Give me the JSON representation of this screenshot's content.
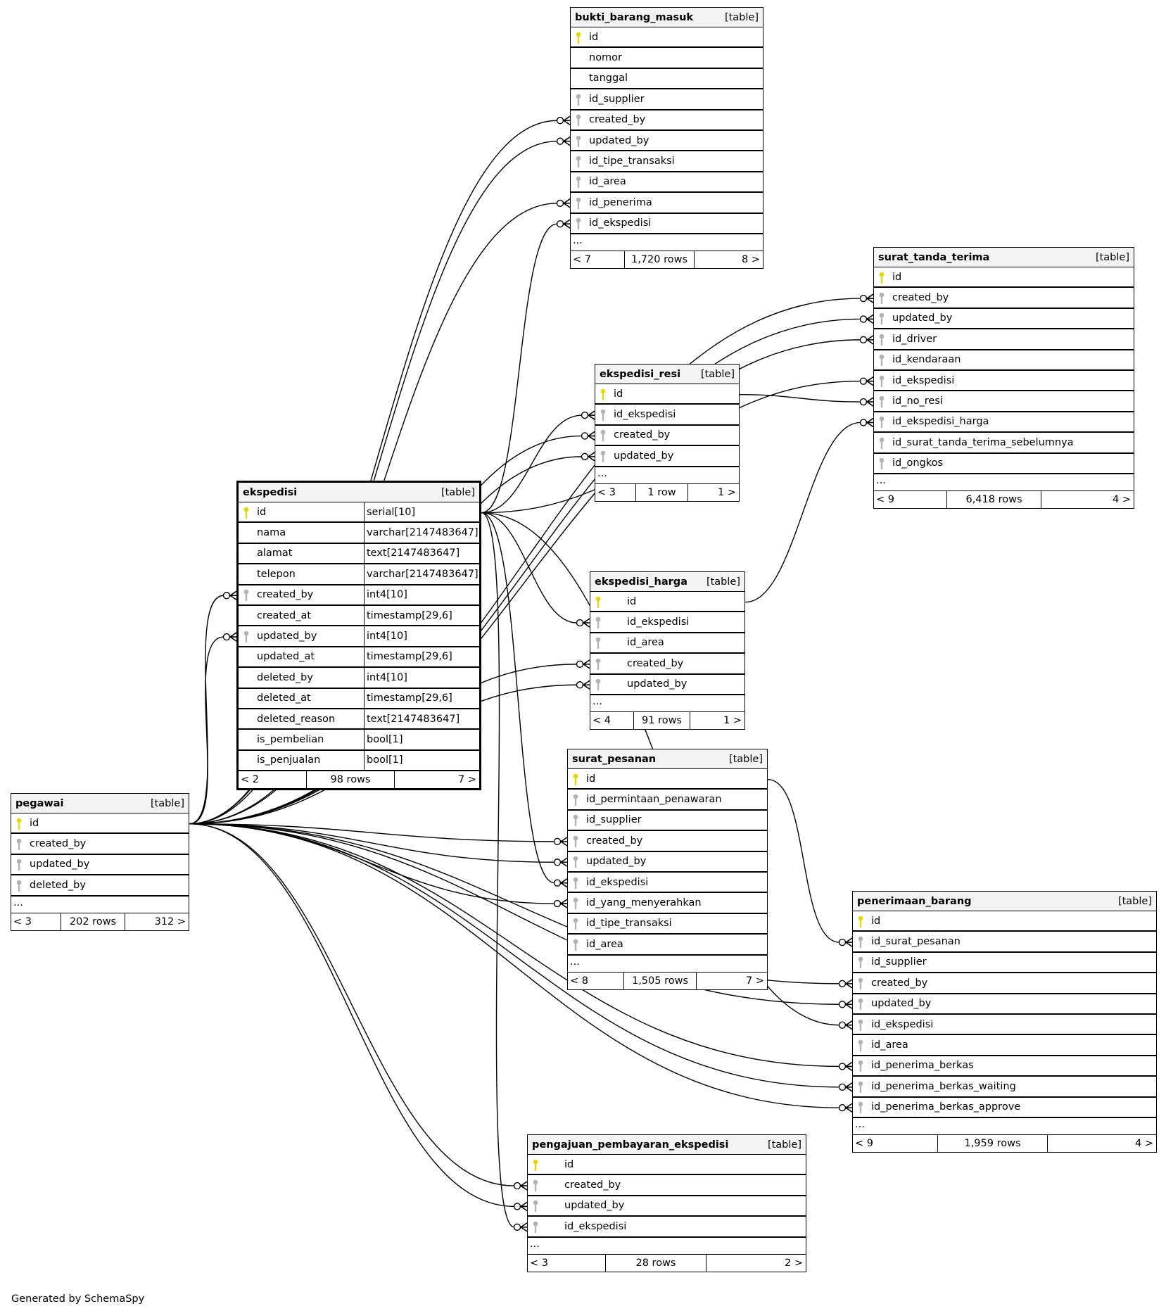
{
  "diagram": {
    "footer": "Generated by SchemaSpy",
    "colors": {
      "primary_key": "#e6d800",
      "foreign_key": "#b3b3b3",
      "header_bg": "#f3f3f3",
      "line": "#000000"
    },
    "tables": [
      {
        "id": "bukti_barang_masuk",
        "name": "bukti_barang_masuk",
        "type_label": "[table]",
        "columns": [
          {
            "name": "id",
            "key": "pk"
          },
          {
            "name": "nomor",
            "key": "none"
          },
          {
            "name": "tanggal",
            "key": "none"
          },
          {
            "name": "id_supplier",
            "key": "fk"
          },
          {
            "name": "created_by",
            "key": "fk"
          },
          {
            "name": "updated_by",
            "key": "fk"
          },
          {
            "name": "id_tipe_transaksi",
            "key": "fk"
          },
          {
            "name": "id_area",
            "key": "fk"
          },
          {
            "name": "id_penerima",
            "key": "fk"
          },
          {
            "name": "id_ekspedisi",
            "key": "fk"
          }
        ],
        "more": "...",
        "parents": "< 7",
        "rows": "1,720 rows",
        "children": "8 >"
      },
      {
        "id": "surat_tanda_terima",
        "name": "surat_tanda_terima",
        "type_label": "[table]",
        "columns": [
          {
            "name": "id",
            "key": "pk"
          },
          {
            "name": "created_by",
            "key": "fk"
          },
          {
            "name": "updated_by",
            "key": "fk"
          },
          {
            "name": "id_driver",
            "key": "fk"
          },
          {
            "name": "id_kendaraan",
            "key": "fk"
          },
          {
            "name": "id_ekspedisi",
            "key": "fk"
          },
          {
            "name": "id_no_resi",
            "key": "fk"
          },
          {
            "name": "id_ekspedisi_harga",
            "key": "fk"
          },
          {
            "name": "id_surat_tanda_terima_sebelumnya",
            "key": "fk"
          },
          {
            "name": "id_ongkos",
            "key": "fk"
          }
        ],
        "more": "...",
        "parents": "< 9",
        "rows": "6,418 rows",
        "children": "4 >"
      },
      {
        "id": "ekspedisi_resi",
        "name": "ekspedisi_resi",
        "type_label": "[table]",
        "columns": [
          {
            "name": "id",
            "key": "pk"
          },
          {
            "name": "id_ekspedisi",
            "key": "fk"
          },
          {
            "name": "created_by",
            "key": "fk"
          },
          {
            "name": "updated_by",
            "key": "fk"
          }
        ],
        "more": "...",
        "parents": "< 3",
        "rows": "1 row",
        "children": "1 >"
      },
      {
        "id": "ekspedisi",
        "name": "ekspedisi",
        "type_label": "[table]",
        "focus": true,
        "columns": [
          {
            "name": "id",
            "type": "serial[10]",
            "key": "pk"
          },
          {
            "name": "nama",
            "type": "varchar[2147483647]",
            "key": "none"
          },
          {
            "name": "alamat",
            "type": "text[2147483647]",
            "key": "none"
          },
          {
            "name": "telepon",
            "type": "varchar[2147483647]",
            "key": "none"
          },
          {
            "name": "created_by",
            "type": "int4[10]",
            "key": "fk"
          },
          {
            "name": "created_at",
            "type": "timestamp[29,6]",
            "key": "none"
          },
          {
            "name": "updated_by",
            "type": "int4[10]",
            "key": "fk"
          },
          {
            "name": "updated_at",
            "type": "timestamp[29,6]",
            "key": "none"
          },
          {
            "name": "deleted_by",
            "type": "int4[10]",
            "key": "none"
          },
          {
            "name": "deleted_at",
            "type": "timestamp[29,6]",
            "key": "none"
          },
          {
            "name": "deleted_reason",
            "type": "text[2147483647]",
            "key": "none"
          },
          {
            "name": "is_pembelian",
            "type": "bool[1]",
            "key": "none"
          },
          {
            "name": "is_penjualan",
            "type": "bool[1]",
            "key": "none"
          }
        ],
        "parents": "< 2",
        "rows": "98 rows",
        "children": "7 >"
      },
      {
        "id": "ekspedisi_harga",
        "name": "ekspedisi_harga",
        "type_label": "[table]",
        "columns": [
          {
            "name": "id",
            "key": "pk"
          },
          {
            "name": "id_ekspedisi",
            "key": "fk"
          },
          {
            "name": "id_area",
            "key": "fk"
          },
          {
            "name": "created_by",
            "key": "fk"
          },
          {
            "name": "updated_by",
            "key": "fk"
          }
        ],
        "more": "...",
        "parents": "< 4",
        "rows": "91 rows",
        "children": "1 >"
      },
      {
        "id": "surat_pesanan",
        "name": "surat_pesanan",
        "type_label": "[table]",
        "columns": [
          {
            "name": "id",
            "key": "pk"
          },
          {
            "name": "id_permintaan_penawaran",
            "key": "fk"
          },
          {
            "name": "id_supplier",
            "key": "fk"
          },
          {
            "name": "created_by",
            "key": "fk"
          },
          {
            "name": "updated_by",
            "key": "fk"
          },
          {
            "name": "id_ekspedisi",
            "key": "fk"
          },
          {
            "name": "id_yang_menyerahkan",
            "key": "fk"
          },
          {
            "name": "id_tipe_transaksi",
            "key": "fk"
          },
          {
            "name": "id_area",
            "key": "fk"
          }
        ],
        "more": "...",
        "parents": "< 8",
        "rows": "1,505 rows",
        "children": "7 >"
      },
      {
        "id": "penerimaan_barang",
        "name": "penerimaan_barang",
        "type_label": "[table]",
        "columns": [
          {
            "name": "id",
            "key": "pk"
          },
          {
            "name": "id_surat_pesanan",
            "key": "fk"
          },
          {
            "name": "id_supplier",
            "key": "fk"
          },
          {
            "name": "created_by",
            "key": "fk"
          },
          {
            "name": "updated_by",
            "key": "fk"
          },
          {
            "name": "id_ekspedisi",
            "key": "fk"
          },
          {
            "name": "id_area",
            "key": "fk"
          },
          {
            "name": "id_penerima_berkas",
            "key": "fk"
          },
          {
            "name": "id_penerima_berkas_waiting",
            "key": "fk"
          },
          {
            "name": "id_penerima_berkas_approve",
            "key": "fk"
          }
        ],
        "more": "...",
        "parents": "< 9",
        "rows": "1,959 rows",
        "children": "4 >"
      },
      {
        "id": "pengajuan_pembayaran_ekspedisi",
        "name": "pengajuan_pembayaran_ekspedisi",
        "type_label": "[table]",
        "columns": [
          {
            "name": "id",
            "key": "pk"
          },
          {
            "name": "created_by",
            "key": "fk"
          },
          {
            "name": "updated_by",
            "key": "fk"
          },
          {
            "name": "id_ekspedisi",
            "key": "fk"
          }
        ],
        "more": "...",
        "parents": "< 3",
        "rows": "28 rows",
        "children": "2 >"
      },
      {
        "id": "pegawai",
        "name": "pegawai",
        "type_label": "[table]",
        "columns": [
          {
            "name": "id",
            "key": "pk"
          },
          {
            "name": "created_by",
            "key": "fk"
          },
          {
            "name": "updated_by",
            "key": "fk"
          },
          {
            "name": "deleted_by",
            "key": "fk"
          }
        ],
        "more": "...",
        "parents": "< 3",
        "rows": "202 rows",
        "children": "312 >"
      }
    ],
    "relationships": [
      {
        "from": "pegawai.id",
        "to": "bukti_barang_masuk.created_by"
      },
      {
        "from": "pegawai.id",
        "to": "bukti_barang_masuk.updated_by"
      },
      {
        "from": "pegawai.id",
        "to": "bukti_barang_masuk.id_penerima"
      },
      {
        "from": "ekspedisi.id",
        "to": "bukti_barang_masuk.id_ekspedisi"
      },
      {
        "from": "pegawai.id",
        "to": "surat_tanda_terima.created_by"
      },
      {
        "from": "pegawai.id",
        "to": "surat_tanda_terima.updated_by"
      },
      {
        "from": "pegawai.id",
        "to": "surat_tanda_terima.id_driver"
      },
      {
        "from": "ekspedisi.id",
        "to": "surat_tanda_terima.id_ekspedisi"
      },
      {
        "from": "ekspedisi_resi.id",
        "to": "surat_tanda_terima.id_no_resi"
      },
      {
        "from": "ekspedisi_harga.id",
        "to": "surat_tanda_terima.id_ekspedisi_harga"
      },
      {
        "from": "ekspedisi.id",
        "to": "ekspedisi_resi.id_ekspedisi"
      },
      {
        "from": "pegawai.id",
        "to": "ekspedisi_resi.created_by"
      },
      {
        "from": "pegawai.id",
        "to": "ekspedisi_resi.updated_by"
      },
      {
        "from": "pegawai.id",
        "to": "ekspedisi.created_by"
      },
      {
        "from": "pegawai.id",
        "to": "ekspedisi.updated_by"
      },
      {
        "from": "ekspedisi.id",
        "to": "ekspedisi_harga.id_ekspedisi"
      },
      {
        "from": "pegawai.id",
        "to": "ekspedisi_harga.created_by"
      },
      {
        "from": "pegawai.id",
        "to": "ekspedisi_harga.updated_by"
      },
      {
        "from": "pegawai.id",
        "to": "surat_pesanan.created_by"
      },
      {
        "from": "pegawai.id",
        "to": "surat_pesanan.updated_by"
      },
      {
        "from": "ekspedisi.id",
        "to": "surat_pesanan.id_ekspedisi"
      },
      {
        "from": "pegawai.id",
        "to": "surat_pesanan.id_yang_menyerahkan"
      },
      {
        "from": "surat_pesanan.id",
        "to": "penerimaan_barang.id_surat_pesanan"
      },
      {
        "from": "pegawai.id",
        "to": "penerimaan_barang.created_by"
      },
      {
        "from": "pegawai.id",
        "to": "penerimaan_barang.updated_by"
      },
      {
        "from": "ekspedisi.id",
        "to": "penerimaan_barang.id_ekspedisi"
      },
      {
        "from": "pegawai.id",
        "to": "penerimaan_barang.id_penerima_berkas"
      },
      {
        "from": "pegawai.id",
        "to": "penerimaan_barang.id_penerima_berkas_waiting"
      },
      {
        "from": "pegawai.id",
        "to": "penerimaan_barang.id_penerima_berkas_approve"
      },
      {
        "from": "pegawai.id",
        "to": "pengajuan_pembayaran_ekspedisi.created_by"
      },
      {
        "from": "pegawai.id",
        "to": "pengajuan_pembayaran_ekspedisi.updated_by"
      },
      {
        "from": "ekspedisi.id",
        "to": "pengajuan_pembayaran_ekspedisi.id_ekspedisi"
      }
    ]
  }
}
